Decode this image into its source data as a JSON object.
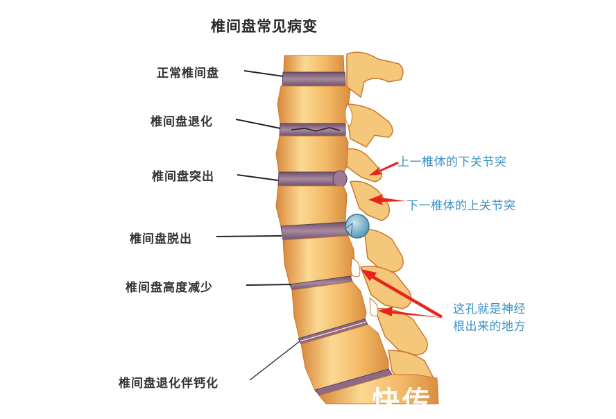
{
  "title": "椎间盘常见病变",
  "left_labels": [
    {
      "text": "正常椎间盘"
    },
    {
      "text": "椎间盘退化"
    },
    {
      "text": "椎间盘突出"
    },
    {
      "text": "椎间盘脱出"
    },
    {
      "text": "椎间盘高度减少"
    },
    {
      "text": "椎间盘退化伴钙化"
    }
  ],
  "right_annotations": [
    {
      "text": "上一椎体的下关节突"
    },
    {
      "text": "下一椎体的上关节突"
    },
    {
      "lines": [
        "这孔就是神经",
        "根出来的地方"
      ]
    }
  ],
  "watermark": "快传",
  "colors": {
    "bone": "#f0b25a",
    "bone_light": "#fbd993",
    "bone_edge": "#c9772e",
    "disc": "#8e6a86",
    "herniation": "#8fc0d6",
    "arrow": "#e8231d",
    "annotation_text": "#3a8fc4",
    "label_text": "#333333"
  }
}
